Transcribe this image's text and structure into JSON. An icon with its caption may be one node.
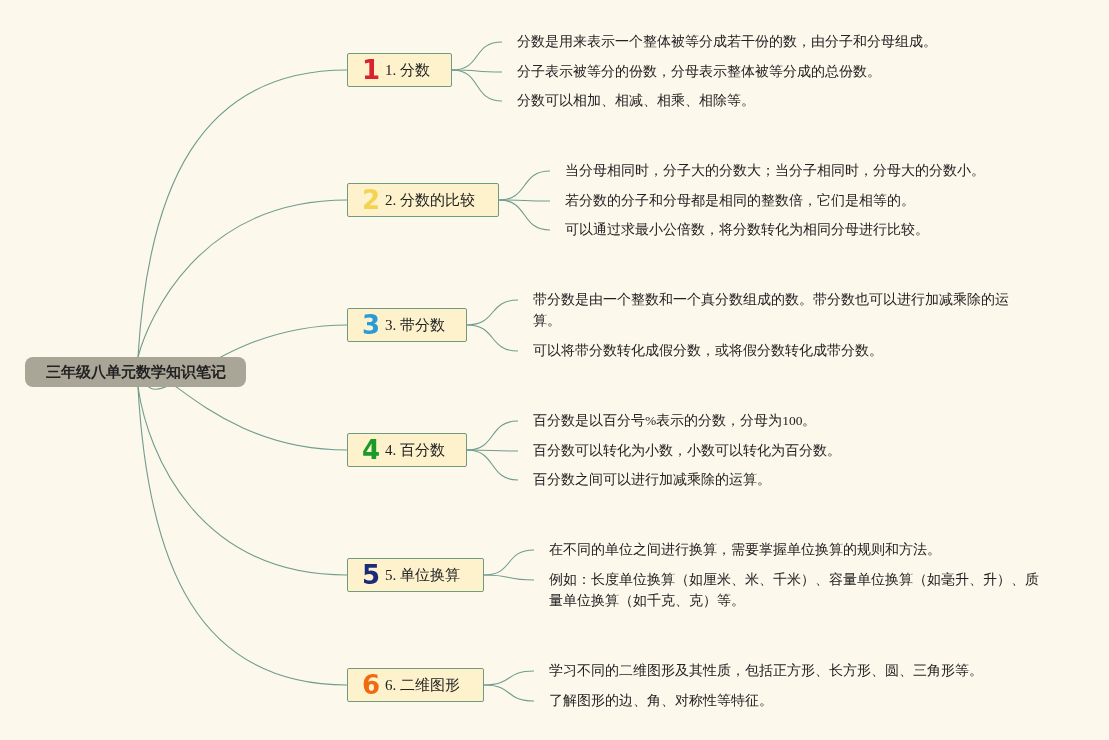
{
  "diagram": {
    "nodes": [
      {
        "text": [
          "三年级八单元数学知识笔记"
        ]
      },
      {
        "text": [
          "1",
          "1. 分数"
        ]
      },
      {
        "text": [
          "2",
          "2. 分数的比较"
        ]
      },
      {
        "text": [
          "3",
          "3. 带分数"
        ]
      },
      {
        "text": [
          "4",
          "4. 百分数"
        ]
      },
      {
        "text": [
          "5",
          "5. 单位换算"
        ]
      },
      {
        "text": [
          "6",
          "6. 二维图形"
        ]
      },
      {
        "text": [
          "分数是用来表示一个整体被等分成若干份的数，由分子和分母组成。"
        ]
      },
      {
        "text": [
          "分子表示被等分的份数，分母表示整体被等分成的总份数。"
        ]
      },
      {
        "text": [
          "分数可以相加、相减、相乘、相除等。"
        ]
      },
      {
        "text": [
          "当分母相同时，分子大的分数大；当分子相同时，分母大的分数小。"
        ]
      },
      {
        "text": [
          "若分数的分子和分母都是相同的整数倍，它们是相等的。"
        ]
      },
      {
        "text": [
          "可以通过求最小公倍数，将分数转化为相同分母进行比较。"
        ]
      },
      {
        "text": [
          "带分数是由一个整数和一个真分数组成的数。带分数也可以进行加减乘除的运算。"
        ]
      },
      {
        "text": [
          "可以将带分数转化成假分数，或将假分数转化成带分数。"
        ]
      },
      {
        "text": [
          "百分数是以百分号%表示的分数，分母为100。"
        ]
      },
      {
        "text": [
          "百分数可以转化为小数，小数可以转化为百分数。"
        ]
      },
      {
        "text": [
          "百分数之间可以进行加减乘除的运算。"
        ]
      },
      {
        "text": [
          "在不同的单位之间进行换算，需要掌握单位换算的规则和方法。"
        ]
      },
      {
        "text": [
          "例如：长度单位换算（如厘米、米、千米）、容量单位换算（如毫升、升）、质量单位换算（如千克、克）等。"
        ]
      },
      {
        "text": [
          "学习不同的二维图形及其性质，包括正方形、长方形、圆、三角形等。"
        ]
      },
      {
        "text": [
          "了解图形的边、角、对称性等特征。"
        ]
      }
    ],
    "edges": [
      {
        "from": 0,
        "to": 1,
        "arrow": "none"
      },
      {
        "from": 0,
        "to": 2,
        "arrow": "none"
      },
      {
        "from": 0,
        "to": 3,
        "arrow": "none"
      },
      {
        "from": 0,
        "to": 4,
        "arrow": "none"
      },
      {
        "from": 0,
        "to": 5,
        "arrow": "none"
      },
      {
        "from": 0,
        "to": 6,
        "arrow": "none"
      },
      {
        "from": 1,
        "to": 7,
        "arrow": "none"
      },
      {
        "from": 1,
        "to": 8,
        "arrow": "none"
      },
      {
        "from": 1,
        "to": 9,
        "arrow": "none"
      },
      {
        "from": 2,
        "to": 10,
        "arrow": "none"
      },
      {
        "from": 2,
        "to": 11,
        "arrow": "none"
      },
      {
        "from": 2,
        "to": 12,
        "arrow": "none"
      },
      {
        "from": 3,
        "to": 13,
        "arrow": "none"
      },
      {
        "from": 3,
        "to": 14,
        "arrow": "none"
      },
      {
        "from": 4,
        "to": 15,
        "arrow": "none"
      },
      {
        "from": 4,
        "to": 16,
        "arrow": "none"
      },
      {
        "from": 4,
        "to": 17,
        "arrow": "none"
      },
      {
        "from": 5,
        "to": 18,
        "arrow": "none"
      },
      {
        "from": 5,
        "to": 19,
        "arrow": "none"
      },
      {
        "from": 6,
        "to": 20,
        "arrow": "none"
      },
      {
        "from": 6,
        "to": 21,
        "arrow": "none"
      }
    ]
  }
}
